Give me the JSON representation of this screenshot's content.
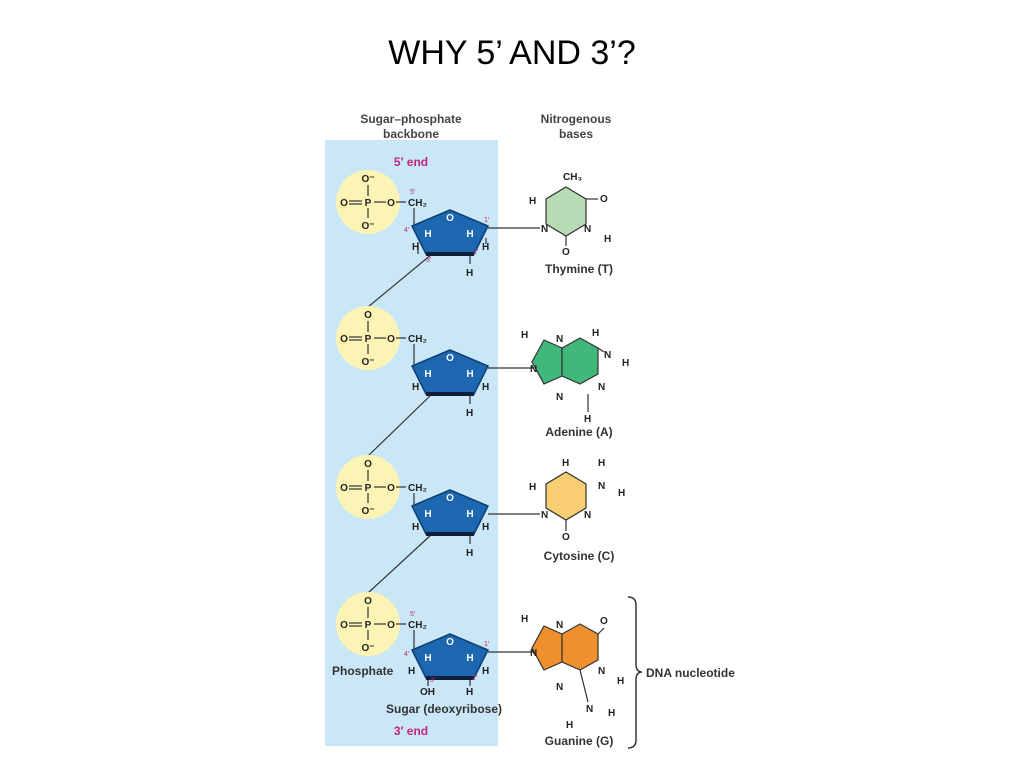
{
  "title": "WHY 5’ AND 3’?",
  "headers": {
    "backbone": "Sugar–phosphate backbone",
    "backbone_line1": "Sugar–phosphate",
    "backbone_line2": "backbone",
    "bases_line1": "Nitrogenous",
    "bases_line2": "bases"
  },
  "ends": {
    "five_prime": "5′ end",
    "three_prime": "3′ end"
  },
  "atoms": {
    "o_minus": "O⁻",
    "o": "O",
    "p": "P",
    "h": "H",
    "n": "N",
    "ch2": "CH₂",
    "ch3": "CH₃",
    "oh": "OH"
  },
  "carbon_numbers": {
    "c1": "1′",
    "c2": "2′",
    "c3": "3′",
    "c4": "4′",
    "c5": "5′"
  },
  "nucleotides": [
    {
      "base": "Thymine (T)",
      "color": "#b5dcb5"
    },
    {
      "base": "Adenine (A)",
      "color": "#3fb879"
    },
    {
      "base": "Cytosine (C)",
      "color": "#f9cd72"
    },
    {
      "base": "Guanine (G)",
      "color": "#ef8f2e"
    }
  ],
  "labels": {
    "phosphate": "Phosphate",
    "sugar": "Sugar (deoxyribose)",
    "nucleotide": "DNA nucleotide"
  },
  "colors": {
    "backbone_band": "#c9e7f7",
    "phosphate_circle": "#fbf4b5",
    "sugar_ring": "#1c67b0",
    "end_label": "#c0267f"
  }
}
